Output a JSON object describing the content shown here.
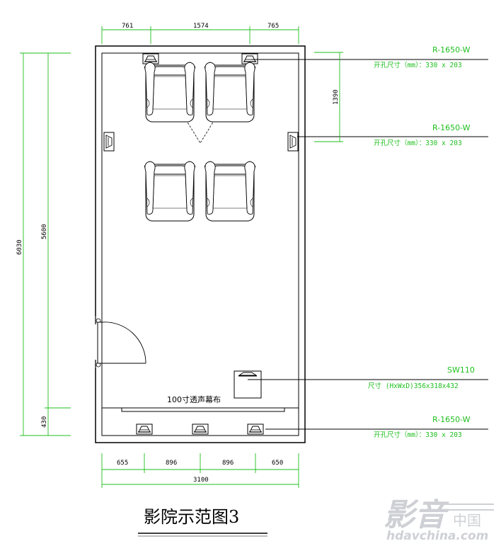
{
  "dimensions": {
    "top": [
      "761",
      "1574",
      "765"
    ],
    "right_offset": "1390",
    "left_total": "6030",
    "left_inner": "5600",
    "left_bottom": "430",
    "bottom": [
      "655",
      "896",
      "896",
      "650"
    ],
    "bottom_total": "3100"
  },
  "callouts": [
    {
      "model": "R-1650-W",
      "spec": "开孔尺寸（mm）：330 x 203"
    },
    {
      "model": "R-1650-W",
      "spec": "开孔尺寸（mm）：330 x 203"
    },
    {
      "model": "SW110",
      "spec": "尺寸 (HxWxD)356x318x432"
    },
    {
      "model": "R-1650-W",
      "spec": "开孔尺寸（mm）：330 x 203"
    }
  ],
  "screen_label": "100寸透声幕布",
  "title": "影院示范图3",
  "watermark": {
    "logo": "影音",
    "cn": "中国",
    "url": "hdavchina.com"
  },
  "colors": {
    "callout": "#1fbf1f",
    "dimension": "#1fbf1f",
    "lines": "#000000"
  }
}
